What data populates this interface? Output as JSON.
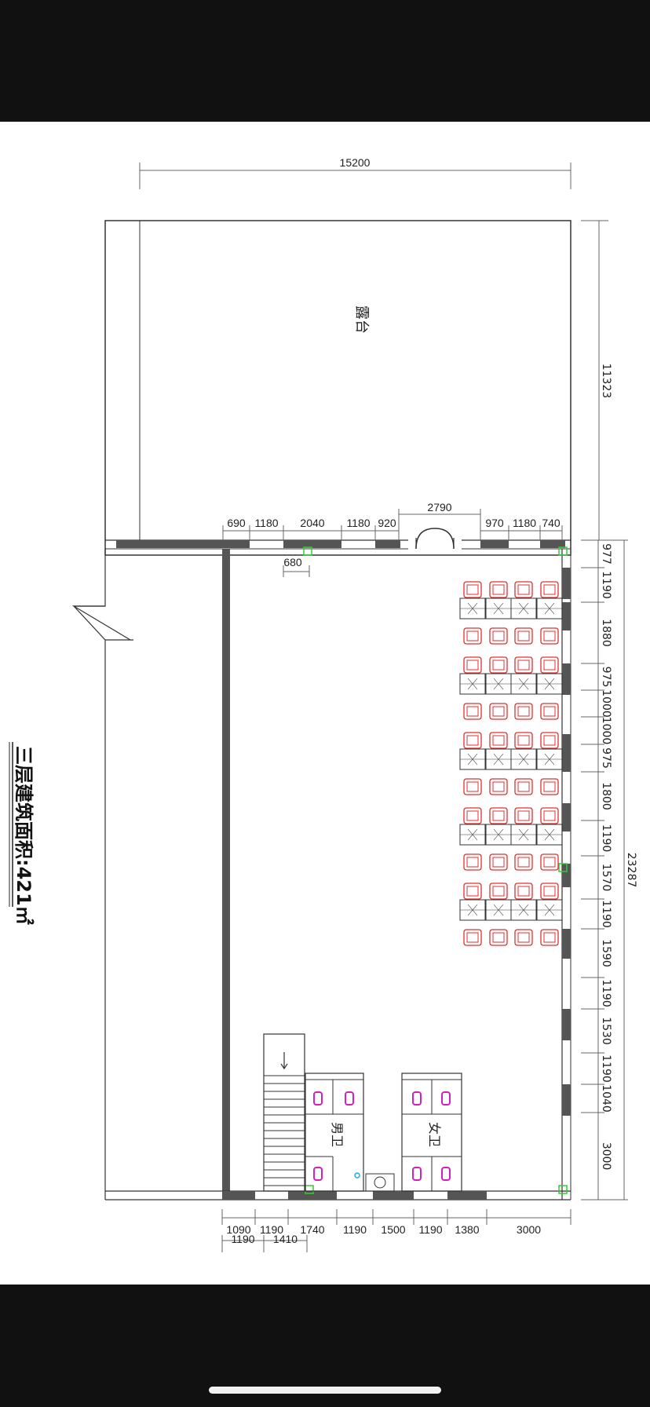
{
  "plan": {
    "title": "三层建筑面积:421㎡",
    "terrace_label": "露台",
    "mens_wc_label": "男卫",
    "womens_wc_label": "女卫",
    "dims": {
      "terrace_width": "15200",
      "terrace_depth": "11323",
      "overall_length": "23287",
      "door_width": "2790",
      "column_offset": "680",
      "top_segments": [
        "690",
        "1180",
        "2040",
        "1180",
        "920",
        "970",
        "1180",
        "740"
      ],
      "right_segments": [
        "977",
        "1190",
        "1880",
        "975",
        "1000",
        "1000",
        "975",
        "1800",
        "1190",
        "1570",
        "1190",
        "1590",
        "1190",
        "1530",
        "1190",
        "1040",
        "3000"
      ],
      "bottom_segments": [
        "1090",
        "1190",
        "1740",
        "1190",
        "1500",
        "1190",
        "1380",
        "3000"
      ],
      "bottom_sub_segments": [
        "1190",
        "1410"
      ]
    }
  },
  "colors": {
    "background": "#ffffff",
    "wall_dark": "#555555",
    "line": "#333333",
    "dim_line": "#666666",
    "chair_red": "#e03030",
    "fixture_magenta": "#d020c0",
    "column_green": "#33cc33",
    "black_bars": "#111111"
  },
  "icons": {
    "door": "double-swing-door-icon",
    "break_line": "break-line-icon",
    "stair": "staircase-icon",
    "fixture": "toilet-fixture-icon",
    "sink": "sink-icon",
    "chair": "chair-icon",
    "desk": "desk-icon"
  }
}
